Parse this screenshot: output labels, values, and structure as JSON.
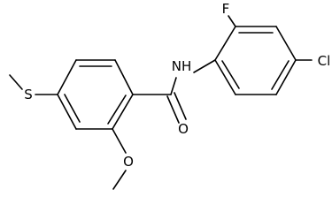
{
  "atoms": {
    "S": "S",
    "O_methoxy": "O",
    "O_carbonyl": "O",
    "NH": "NH",
    "F": "F",
    "Cl": "Cl"
  },
  "colors": {
    "bond": "#000000",
    "label": "#000000",
    "background": "#ffffff"
  }
}
